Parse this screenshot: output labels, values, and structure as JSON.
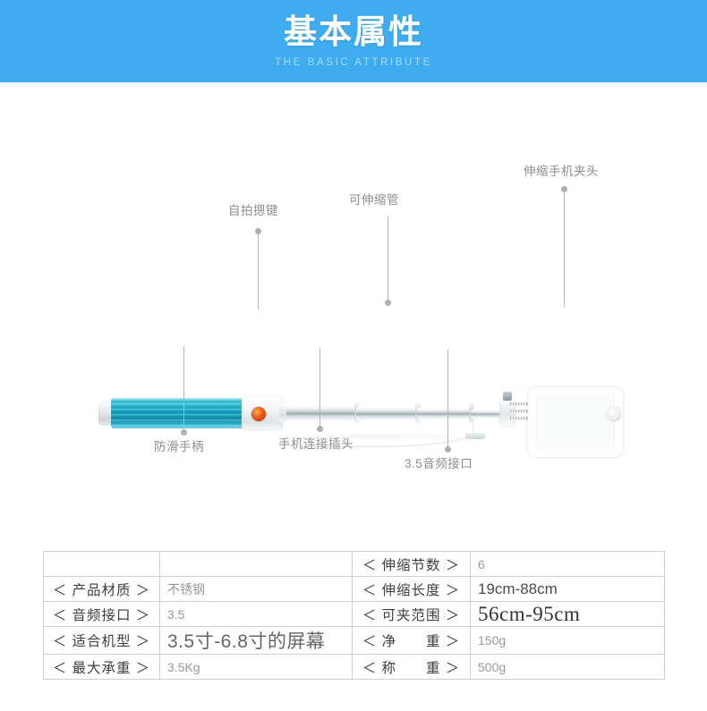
{
  "banner": {
    "title": "基本属性",
    "subtitle": "THE BASIC ATTRIBUTE",
    "background_color": "#3eacee",
    "title_color": "#ffffff",
    "subtitle_color": "#a8dcf7"
  },
  "diagram": {
    "product": "selfie-stick",
    "colors": {
      "handle": "#16a6c4",
      "shutter_button": "#e8591d",
      "body": "#ffffff",
      "leader_line": "#b6b6b6"
    },
    "annotations": [
      {
        "label": "自拍摁键",
        "position": "top",
        "name": "shutter-button"
      },
      {
        "label": "可伸缩管",
        "position": "top",
        "name": "telescopic-tube"
      },
      {
        "label": "伸缩手机夹头",
        "position": "top",
        "name": "phone-clamp"
      },
      {
        "label": "防滑手柄",
        "position": "bottom",
        "name": "anti-slip-handle"
      },
      {
        "label": "手机连接插头",
        "position": "bottom",
        "name": "phone-plug"
      },
      {
        "label": "3.5音频接口",
        "position": "bottom",
        "name": "audio-jack"
      }
    ]
  },
  "spec_table": {
    "rows": [
      {
        "left_key": "",
        "left_value": "",
        "right_key": "＜ 伸缩节数 ＞",
        "right_value": "6"
      },
      {
        "left_key": "＜ 产品材质 ＞",
        "left_value": "不锈钢",
        "right_key": "＜ 伸缩长度 ＞",
        "right_value": "19cm-88cm"
      },
      {
        "left_key": "＜ 音频接口 ＞",
        "left_value": "3.5",
        "right_key": "＜ 可夹范围 ＞",
        "right_value": "56cm-95cm"
      },
      {
        "left_key": "＜ 适合机型 ＞",
        "left_value": "3.5寸-6.8寸的屏幕",
        "right_key": "＜ 净　　重 ＞",
        "right_value": "150g"
      },
      {
        "left_key": "＜ 最大承重 ＞",
        "left_value": "3.5Kg",
        "right_key": "＜ 称　　重 ＞",
        "right_value": "500g"
      }
    ]
  }
}
